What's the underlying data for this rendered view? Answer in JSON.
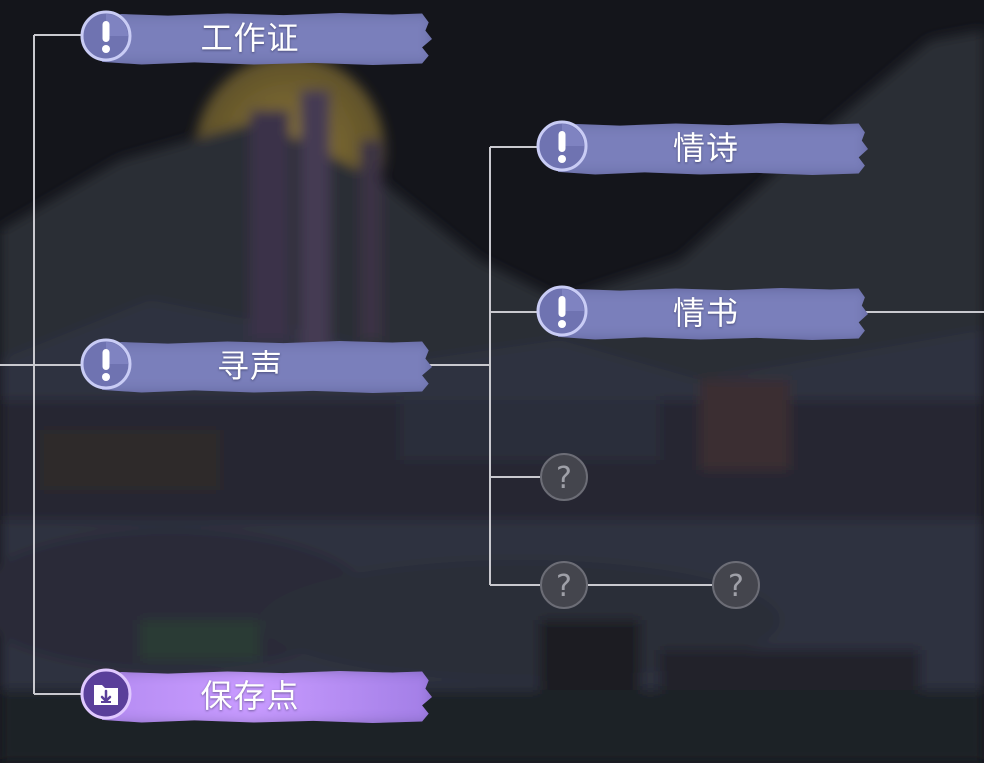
{
  "nodes": {
    "work_permit": {
      "label": "工作证",
      "icon": "exclamation-icon"
    },
    "seek_voice": {
      "label": "寻声",
      "icon": "exclamation-icon"
    },
    "love_poem": {
      "label": "情诗",
      "icon": "exclamation-icon"
    },
    "love_letter": {
      "label": "情书",
      "icon": "exclamation-icon"
    },
    "save_point": {
      "label": "保存点",
      "icon": "save-folder-icon"
    }
  },
  "locked_nodes": [
    {
      "icon": "question-mark-icon"
    },
    {
      "icon": "question-mark-icon"
    },
    {
      "icon": "question-mark-icon"
    }
  ],
  "colors": {
    "banner": "#7a7fbb",
    "save_banner": "#c89bff",
    "line": "#c9c9cf",
    "locked": "#4a4a52"
  }
}
